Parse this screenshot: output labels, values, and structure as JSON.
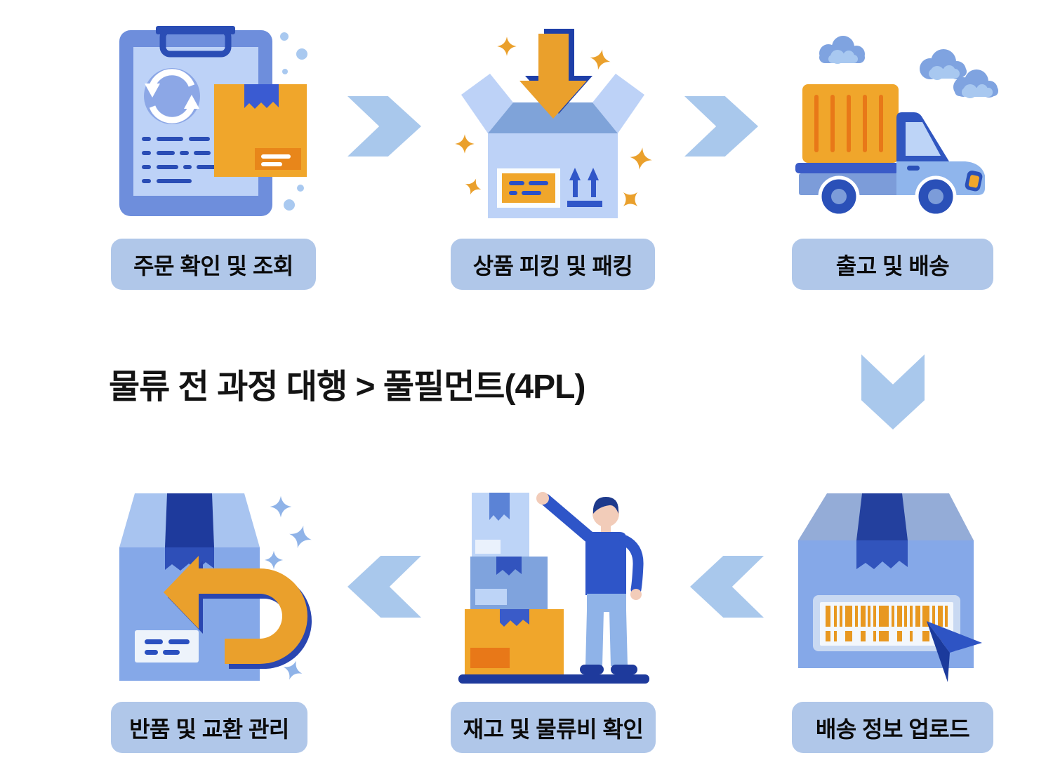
{
  "title": "물류 전 과정 대행 > 풀필먼트(4PL)",
  "steps": [
    {
      "label": "주문 확인 및 조회",
      "icon": "order-clipboard-sync-icon"
    },
    {
      "label": "상품 피킹 및 패킹",
      "icon": "packing-open-box-icon"
    },
    {
      "label": "출고 및 배송",
      "icon": "delivery-truck-icon"
    },
    {
      "label": "배송 정보 업로드",
      "icon": "barcode-box-cursor-icon"
    },
    {
      "label": "재고 및 물류비 확인",
      "icon": "worker-stacked-boxes-icon"
    },
    {
      "label": "반품 및 교환 관리",
      "icon": "return-box-uturn-icon"
    }
  ],
  "flow_arrows": [
    "right",
    "right",
    "down",
    "left",
    "left"
  ],
  "colors": {
    "label_bg": "#B0C7E9",
    "arrow": "#A9C8EC",
    "title_text": "#141414",
    "accent_orange": "#F0A62B",
    "accent_orange_dark": "#E87818",
    "blue_dark": "#1E3A9C",
    "blue_mid": "#3A5BC8",
    "blue_box": "#85A8E8",
    "blue_light": "#BDD2F7"
  }
}
